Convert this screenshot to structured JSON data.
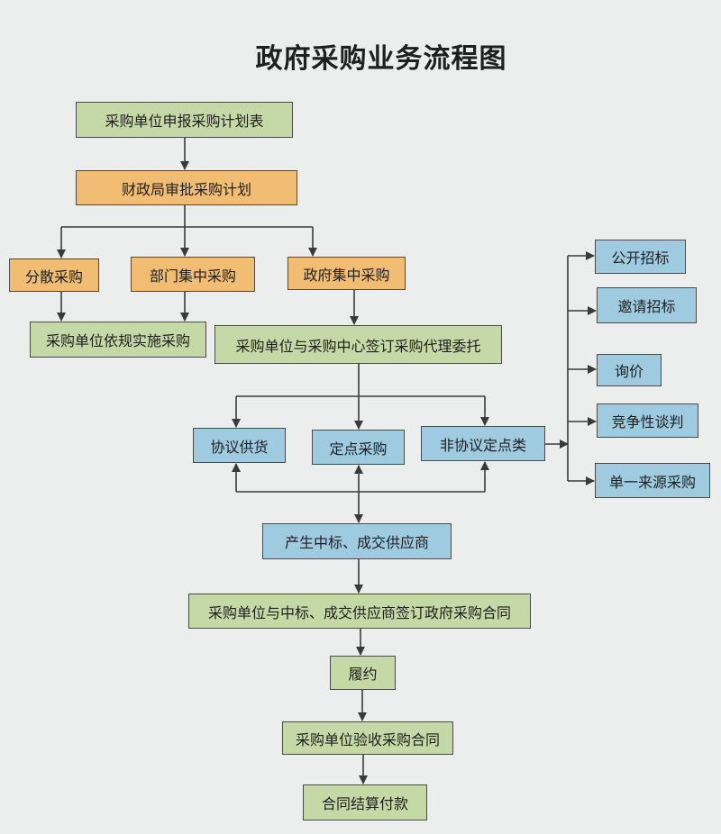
{
  "diagram": {
    "title": "政府采购业务流程图",
    "colors": {
      "green": "#c4d9a5",
      "orange": "#f0bd72",
      "blue": "#9fcbe0",
      "line": "#3a3a3a",
      "background": "#eceeed"
    },
    "nodes": {
      "n1": "采购单位申报采购计划表",
      "n2": "财政局审批采购计划",
      "n3": "分散采购",
      "n4": "部门集中采购",
      "n5": "政府集中采购",
      "n6": "采购单位依规实施采购",
      "n7": "采购单位与采购中心签订采购代理委托",
      "n8": "协议供货",
      "n9": "定点采购",
      "n10": "非协议定点类",
      "n11": "产生中标、成交供应商",
      "n12": "采购单位与中标、成交供应商签订政府采购合同",
      "n13": "履约",
      "n14": "采购单位验收采购合同",
      "n15": "合同结算付款",
      "m1": "公开招标",
      "m2": "邀请招标",
      "m3": "询价",
      "m4": "竞争性谈判",
      "m5": "单一来源采购"
    },
    "edges": [
      [
        "n1",
        "n2"
      ],
      [
        "n2",
        "n3"
      ],
      [
        "n2",
        "n4"
      ],
      [
        "n2",
        "n5"
      ],
      [
        "n3",
        "n6"
      ],
      [
        "n4",
        "n6"
      ],
      [
        "n5",
        "n7"
      ],
      [
        "n7",
        "n8"
      ],
      [
        "n7",
        "n9"
      ],
      [
        "n7",
        "n10"
      ],
      [
        "n11",
        "n8"
      ],
      [
        "n11",
        "n9"
      ],
      [
        "n11",
        "n10"
      ],
      [
        "n9",
        "n11"
      ],
      [
        "n10",
        "m1"
      ],
      [
        "n10",
        "m2"
      ],
      [
        "n10",
        "m3"
      ],
      [
        "n10",
        "m4"
      ],
      [
        "n10",
        "m5"
      ],
      [
        "n11",
        "n12"
      ],
      [
        "n12",
        "n13"
      ],
      [
        "n13",
        "n14"
      ],
      [
        "n14",
        "n15"
      ]
    ]
  }
}
